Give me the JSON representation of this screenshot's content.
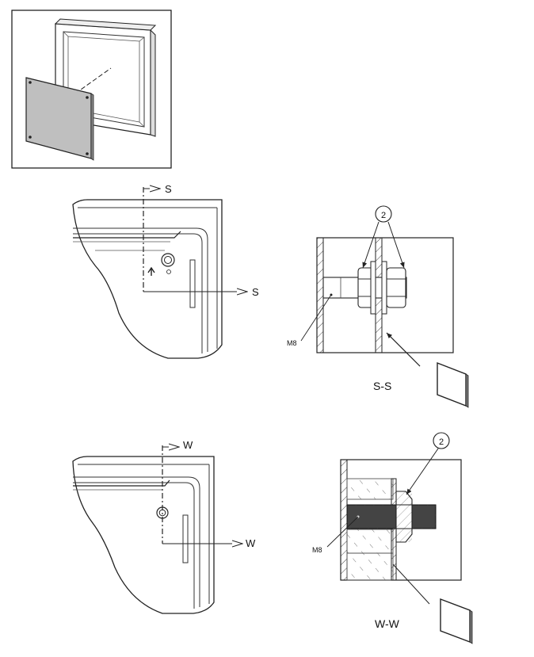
{
  "section_top": {
    "marker": "S"
  },
  "section_bottom": {
    "marker": "W"
  },
  "callout_top": "2",
  "callout_bottom": "2",
  "screw_top": "M8",
  "screw_bottom": "M8",
  "caption_top": "S-S",
  "caption_bottom": "W-W"
}
